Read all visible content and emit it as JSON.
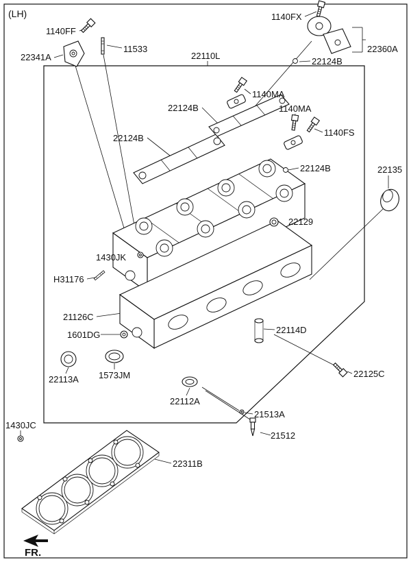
{
  "view_label": "(LH)",
  "direction_label": "FR.",
  "labels": [
    {
      "id": "1140FF"
    },
    {
      "id": "22341A"
    },
    {
      "id": "11533"
    },
    {
      "id": "22110L"
    },
    {
      "id": "1140FX"
    },
    {
      "id": "22360A"
    },
    {
      "id": "22124B"
    },
    {
      "id": "1140MA"
    },
    {
      "id": "22124B"
    },
    {
      "id": "1140MA"
    },
    {
      "id": "22124B"
    },
    {
      "id": "1140FS"
    },
    {
      "id": "22124B"
    },
    {
      "id": "22135"
    },
    {
      "id": "22129"
    },
    {
      "id": "1430JK"
    },
    {
      "id": "H31176"
    },
    {
      "id": "21126C"
    },
    {
      "id": "1601DG"
    },
    {
      "id": "22114D"
    },
    {
      "id": "22113A"
    },
    {
      "id": "1573JM"
    },
    {
      "id": "22125C"
    },
    {
      "id": "22112A"
    },
    {
      "id": "21513A"
    },
    {
      "id": "21512"
    },
    {
      "id": "1430JC"
    },
    {
      "id": "22311B"
    }
  ]
}
